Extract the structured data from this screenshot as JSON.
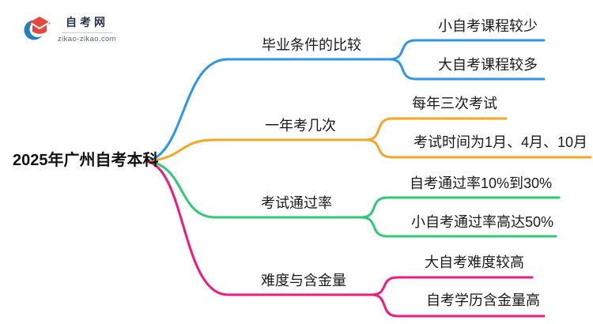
{
  "logo": {
    "title": "自考网",
    "domain": "zikao-zikao.com",
    "icon": "graduation-cap-icon",
    "cap_color": "#e8453c",
    "swoosh_color": "#2380bf"
  },
  "root": {
    "label": "2025年广州自考本科",
    "color": "#111111"
  },
  "branches": [
    {
      "label": "毕业条件的比较",
      "color": "#2b95f0",
      "children": [
        "小自考课程较少",
        "大自考课程较多"
      ]
    },
    {
      "label": "一年考几次",
      "color": "#f5a623",
      "children": [
        "每年三次考试",
        "考试时间为1月、4月、10月"
      ]
    },
    {
      "label": "考试通过率",
      "color": "#2dcb73",
      "children": [
        "自考通过率10%到30%",
        "小自考通过率高达50%"
      ]
    },
    {
      "label": "难度与含金量",
      "color": "#f2187c",
      "children": [
        "大自考难度较高",
        "自考学历含金量高"
      ]
    }
  ]
}
